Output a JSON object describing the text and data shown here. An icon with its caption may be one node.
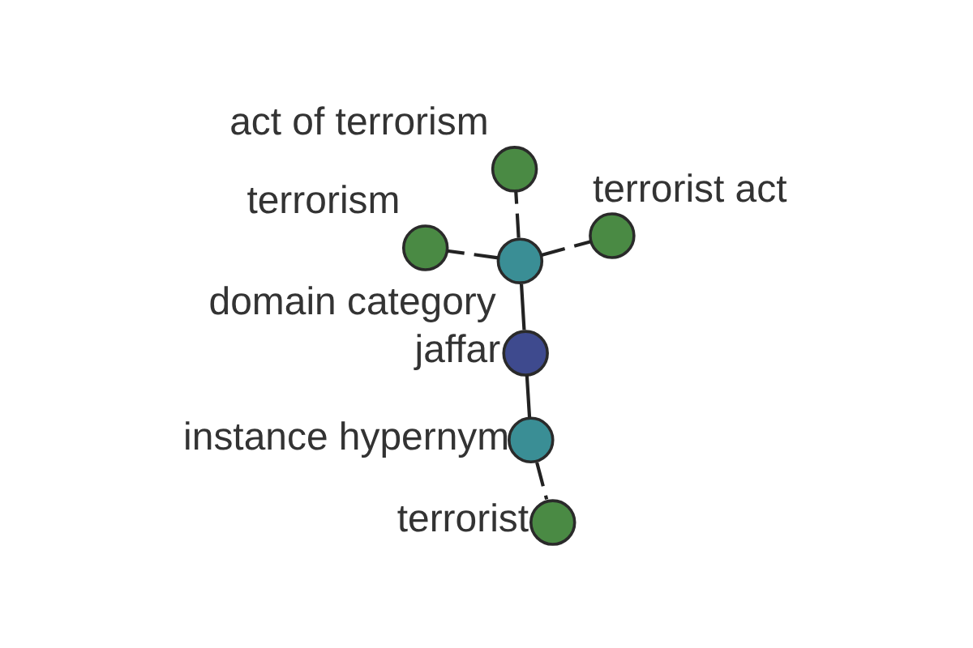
{
  "diagram": {
    "nodes": [
      {
        "text": [
          "terrorism"
        ]
      },
      {
        "text": [
          "terrorist act"
        ]
      },
      {
        "text": [
          "domain category"
        ]
      },
      {
        "text": [
          "act of terrorism"
        ]
      },
      {
        "text": [
          "terrorist"
        ]
      },
      {
        "text": [
          "jaffar"
        ]
      },
      {
        "text": [
          "instance hypernym"
        ]
      }
    ],
    "edges": [
      {
        "from": 5,
        "to": 2,
        "arrow": "none"
      },
      {
        "from": 5,
        "to": 6,
        "arrow": "none"
      },
      {
        "from": 2,
        "to": 0,
        "arrow": "none",
        "style": "dashed"
      },
      {
        "from": 2,
        "to": 1,
        "arrow": "none",
        "style": "dashed"
      },
      {
        "from": 2,
        "to": 3,
        "arrow": "none",
        "style": "dashed"
      },
      {
        "from": 6,
        "to": 4,
        "arrow": "none",
        "style": "dashed"
      }
    ]
  }
}
